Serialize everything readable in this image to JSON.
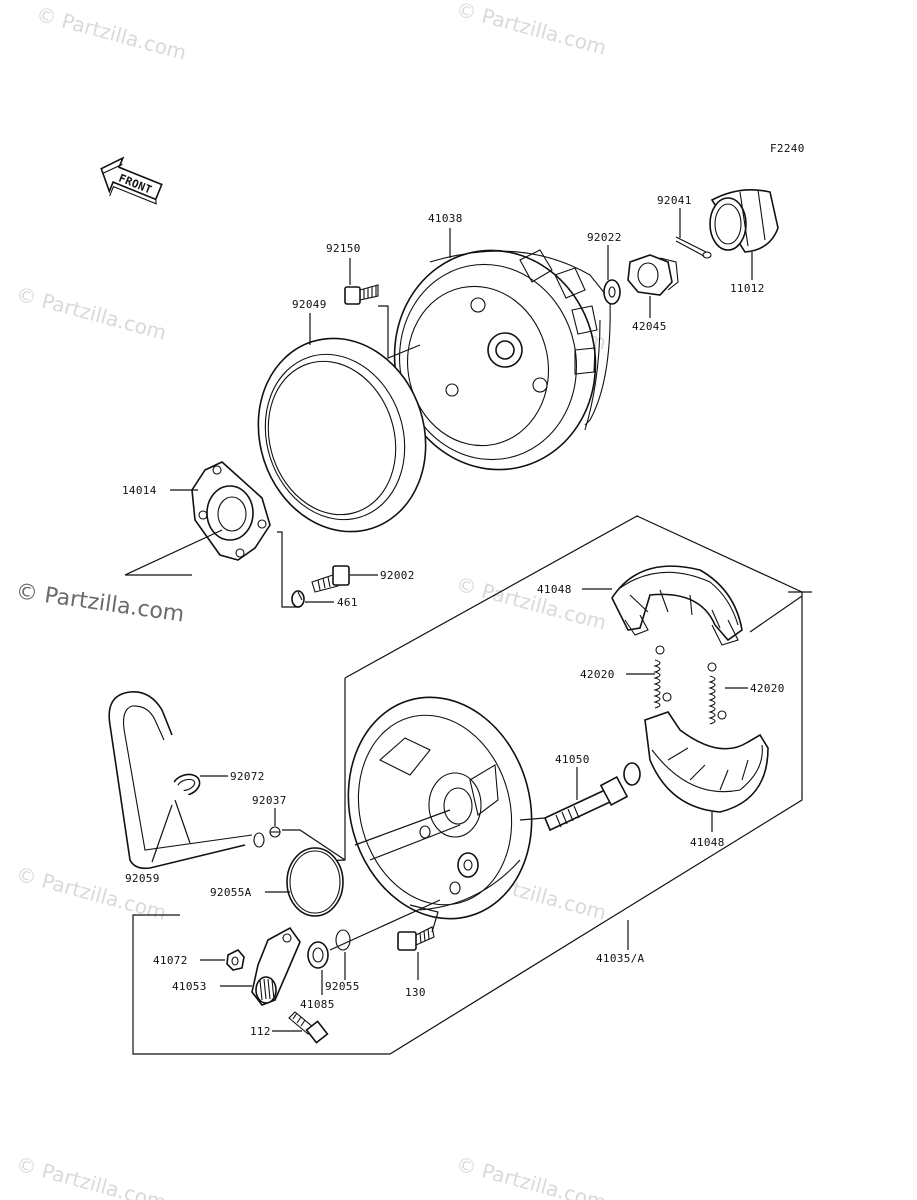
{
  "figure_code": "F2240",
  "front_label": "FRONT",
  "watermark": {
    "text": "© Partzilla.com"
  },
  "parts": {
    "p41038": "41038",
    "p92150": "92150",
    "p92049": "92049",
    "p92022": "92022",
    "p92041": "92041",
    "p42045": "42045",
    "p11012": "11012",
    "p14014": "14014",
    "p92002": "92002",
    "p461": "461",
    "p41048_top": "41048",
    "p42020_left": "42020",
    "p42020_right": "42020",
    "p41050": "41050",
    "p41048_bottom": "41048",
    "p92072": "92072",
    "p92037": "92037",
    "p92059": "92059",
    "p92055A": "92055A",
    "p41072": "41072",
    "p41053": "41053",
    "p41085": "41085",
    "p92055": "92055",
    "p130": "130",
    "p112": "112",
    "p41035A": "41035/A"
  }
}
